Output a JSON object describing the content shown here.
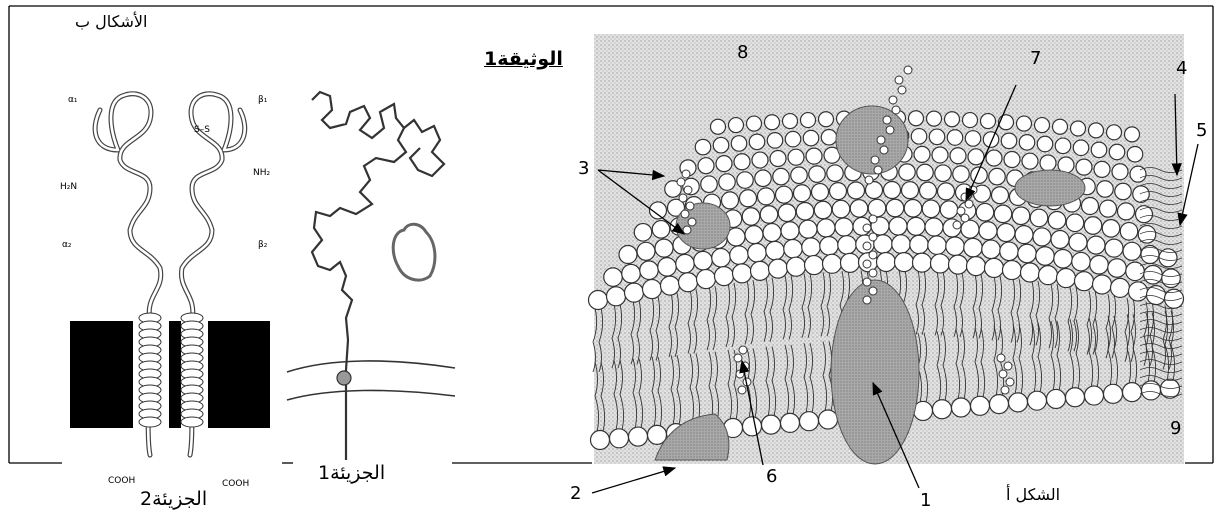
{
  "document": {
    "title": "الوثيقة1",
    "forms_b_label": "الأشكال ب",
    "form_a_label": "الشكل أ",
    "molecule1_label": "الجزيئة1",
    "molecule2_label": "الجزيئة2"
  },
  "molecule2": {
    "chain_labels": [
      "α₁",
      "β₁",
      "α₂",
      "β₂"
    ],
    "amino_terminal_labels": [
      "H₂N",
      "NH₂"
    ],
    "carboxyl_terminal_labels": [
      "COOH",
      "COOH"
    ],
    "disulfide_label": "S–S"
  },
  "membrane_numbers": [
    "1",
    "2",
    "3",
    "4",
    "5",
    "6",
    "7",
    "8",
    "9"
  ]
}
